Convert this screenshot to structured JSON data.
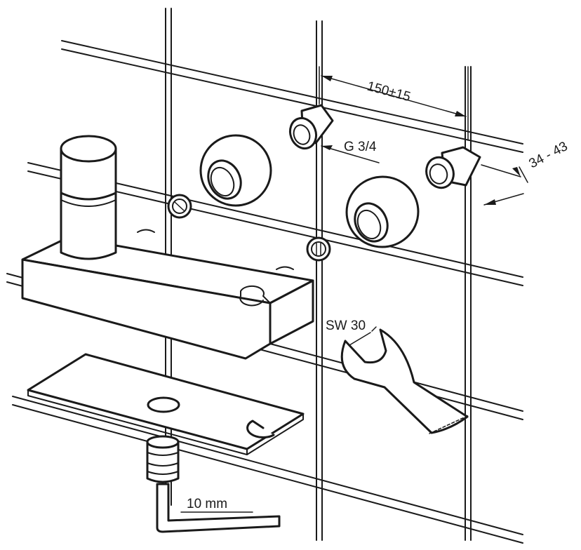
{
  "labels": {
    "spacing": "150±15",
    "thread": "G 3/4",
    "depth": "34 - 43",
    "wrench": "SW 30",
    "hex_key": "10 mm"
  }
}
